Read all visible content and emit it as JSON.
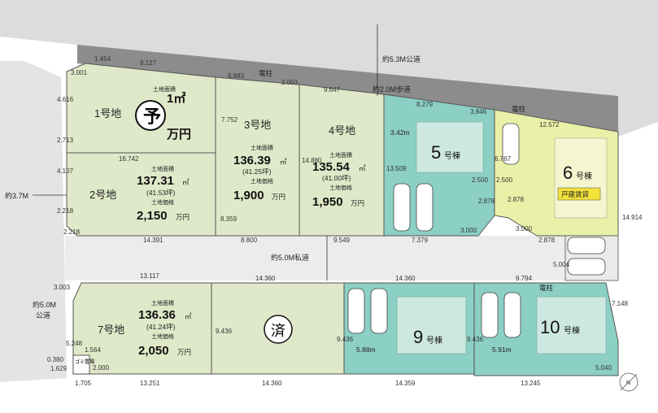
{
  "roads": {
    "public_53": "約5.3M公道",
    "walkway_20": "約2.0M歩道",
    "left_37": "約3.7M",
    "private_50": "約5.0M私道",
    "left_public_50a": "約5.0M",
    "left_public_50b": "公道"
  },
  "utility_pole": "電柱",
  "lots": {
    "lot1": {
      "label": "1号地",
      "area_label": "土地面積",
      "area_partial": "1㎡",
      "price_partial": "万円",
      "stamp": "予"
    },
    "lot2": {
      "label": "2号地",
      "area_label": "土地面積",
      "area": "137.31",
      "area_unit": "㎡",
      "tsubo": "(41.53坪)",
      "price_label": "土地価格",
      "price": "2,150",
      "price_unit": "万円"
    },
    "lot3": {
      "label": "3号地",
      "area_label": "土地面積",
      "area": "136.39",
      "area_unit": "㎡",
      "tsubo": "(41.25坪)",
      "price_label": "土地価格",
      "price": "1,900",
      "price_unit": "万円"
    },
    "lot4": {
      "label": "4号地",
      "area_label": "土地面積",
      "area": "135.54",
      "area_unit": "㎡",
      "tsubo": "(41.00坪)",
      "price_label": "土地価格",
      "price": "1,950",
      "price_unit": "万円"
    },
    "lot7": {
      "label": "7号地",
      "area_label": "土地面積",
      "area": "136.36",
      "area_unit": "㎡",
      "tsubo": "(41.24坪)",
      "price_label": "土地価格",
      "price": "2,050",
      "price_unit": "万円"
    },
    "lot8": {
      "stamp": "済"
    }
  },
  "houses": {
    "h5": {
      "num": "5",
      "suffix": "号棟",
      "width": "3.42m"
    },
    "h6": {
      "num": "6",
      "suffix": "号棟",
      "badge": "戸建賃貸"
    },
    "h9": {
      "num": "9",
      "suffix": "号棟",
      "width": "5.88m"
    },
    "h10": {
      "num": "10",
      "suffix": "号棟",
      "width": "5.91m"
    }
  },
  "garbage": "ゴミ置場",
  "compass": "N",
  "colors": {
    "lot_green": "#dfe8c8",
    "house_teal": "#8ccfc4",
    "house6_yellow": "#e9f0a8",
    "road_gray": "#8c8c8c",
    "walk_gray": "#d8d8d8"
  },
  "dims": {
    "d_1454": "1.454",
    "d_9127": "9.127",
    "d_3001": "3.001",
    "d_4616": "4.616",
    "d_2713": "2.713",
    "d_4107": "4.107",
    "d_2218a": "2.218",
    "d_2218b": "2.218",
    "d_6883": "6.883",
    "d_2003": "2.003",
    "d_9647": "9.647",
    "d_8279": "8.279",
    "d_3846": "3.846",
    "d_12572": "12.572",
    "d_7752": "7.752",
    "d_16742": "16.742",
    "d_8359": "8.359",
    "d_14880": "14.880",
    "d_13509": "13.509",
    "d_6767": "6.767",
    "d_2500a": "2.500",
    "d_2500b": "2.500",
    "d_2878a": "2.878",
    "d_2878b": "2.878",
    "d_2878c": "2.878",
    "d_3000a": "3.000",
    "d_3000b": "3.000",
    "d_14914": "14.914",
    "d_14391": "14.391",
    "d_8800": "8.800",
    "d_9549": "9.549",
    "d_7379": "7.379",
    "d_5004": "5.004",
    "d_13117": "13.117",
    "d_14360a": "14.360",
    "d_14360b": "14.360",
    "d_9794": "9.794",
    "d_7148": "7.148",
    "d_3003": "3.003",
    "d_9436a": "9.436",
    "d_9436b": "9.436",
    "d_9436c": "9.436",
    "d_5248": "5.248",
    "d_1564": "1.564",
    "d_0380": "0.380",
    "d_1629": "1.629",
    "d_2000": "2.000",
    "d_1705": "1.705",
    "d_13251": "13.251",
    "d_14360c": "14.360",
    "d_14359": "14.359",
    "d_13245": "13.245",
    "d_5040": "5.040"
  }
}
